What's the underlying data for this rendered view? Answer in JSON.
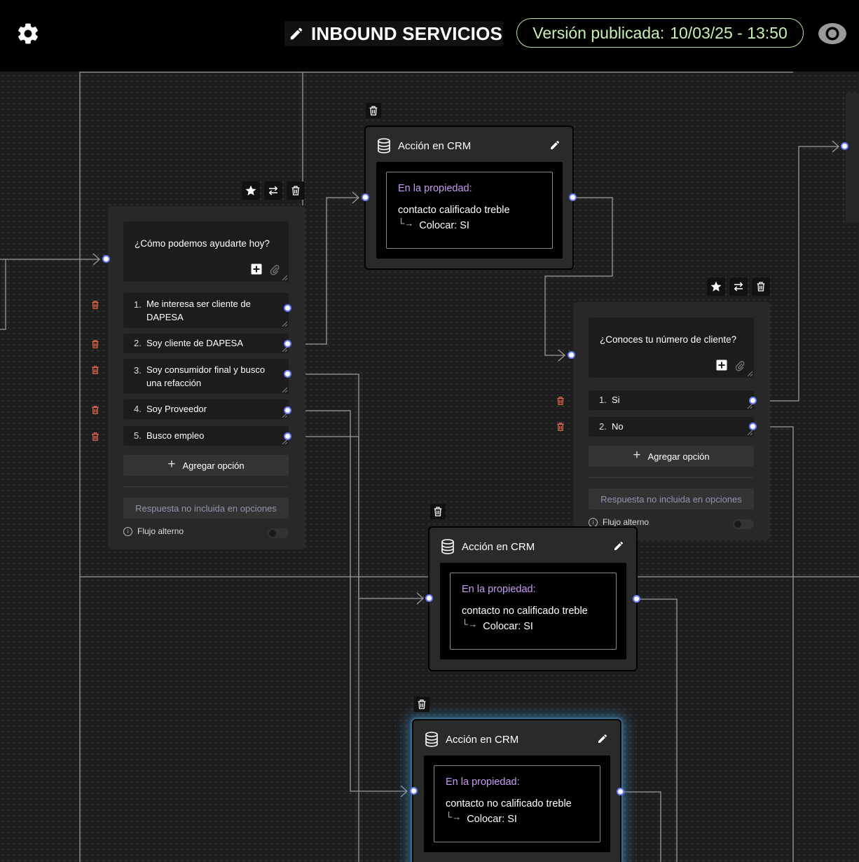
{
  "header": {
    "flow_title": "INBOUND SERVICIOS",
    "version_label": "Versión publicada:",
    "version_datetime": "10/03/25 - 13:50"
  },
  "question_nodes": [
    {
      "question": "¿Cómo podemos ayudarte hoy?",
      "options": [
        {
          "number": "1.",
          "label": "Me interesa ser cliente de DAPESA"
        },
        {
          "number": "2.",
          "label": "Soy cliente de DAPESA"
        },
        {
          "number": "3.",
          "label": "Soy consumidor final y busco una refacción"
        },
        {
          "number": "4.",
          "label": "Soy Proveedor"
        },
        {
          "number": "5.",
          "label": "Busco empleo"
        }
      ],
      "add_option_label": "Agregar opción",
      "no_match_label": "Respuesta no incluida en opciones",
      "alt_flow_label": "Flujo alterno",
      "alt_flow_enabled": false
    },
    {
      "question": "¿Conoces tu número de cliente?",
      "options": [
        {
          "number": "1.",
          "label": "Si"
        },
        {
          "number": "2.",
          "label": "No"
        }
      ],
      "add_option_label": "Agregar opción",
      "no_match_label": "Respuesta no incluida en opciones",
      "alt_flow_label": "Flujo alterno",
      "alt_flow_enabled": false
    }
  ],
  "crm_nodes": [
    {
      "title": "Acción en CRM",
      "property_label": "En la propiedad:",
      "property_value": "contacto calificado treble",
      "set_label": "Colocar: SI"
    },
    {
      "title": "Acción en CRM",
      "property_label": "En la propiedad:",
      "property_value": "contacto no calificado treble",
      "set_label": "Colocar: SI"
    },
    {
      "title": "Acción en CRM",
      "property_label": "En la propiedad:",
      "property_value": "contacto no calificado treble",
      "set_label": "Colocar: SI",
      "selected": true
    }
  ],
  "colors": {
    "canvas_bg": "#1e1e1e",
    "wire": "#9a9a9a",
    "port_ring": "#6b7cff",
    "version_border": "#b9e6a8",
    "property_label": "#c69cf2",
    "trash_red": "#e0674f",
    "selection_glow": "#3c96d2"
  },
  "icons": {
    "settings": "gear-icon",
    "title_edit": "pencil-icon",
    "preview": "eye-icon",
    "crm": "database-icon",
    "delete": "trash-icon",
    "favorite": "star-icon",
    "swap": "swap-arrows-icon",
    "add_media": "plus-square-icon",
    "attach": "paperclip-icon"
  }
}
